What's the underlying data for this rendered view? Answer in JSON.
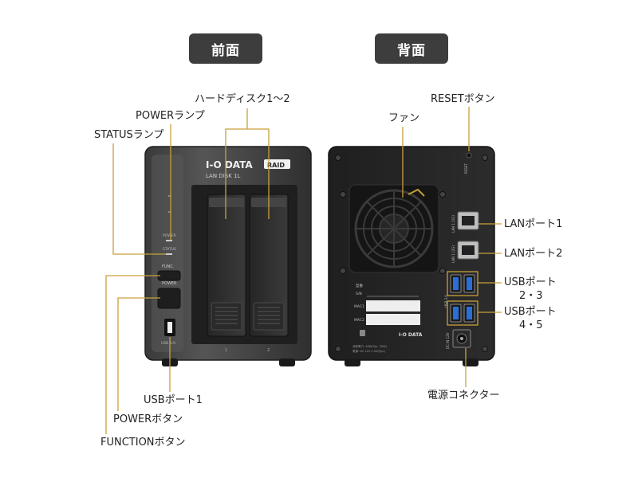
{
  "tabs": {
    "front": "前面",
    "back": "背面"
  },
  "front_labels": {
    "hdd": "ハードディスク1〜2",
    "power_lamp": "POWERランプ",
    "status_lamp": "STATUSランプ",
    "usb1": "USBポート1",
    "power_button": "POWERボタン",
    "function_button": "FUNCTIONボタン"
  },
  "back_labels": {
    "reset": "RESETボタン",
    "fan": "ファン",
    "lan1": "LANポート1",
    "lan2": "LANポート2",
    "usb23_line1": "USBポート",
    "usb23_line2": "2・3",
    "usb45_line1": "USBポート",
    "usb45_line2": "4・5",
    "power_connector": "電源コネクター"
  },
  "device_front": {
    "brand": "I-O DATA",
    "badge": "RAID",
    "model": "LAN DISK 1L",
    "power_text": "POWER",
    "status_text": "STATUS",
    "func_text": "FUNC.",
    "powerbtn_text": "POWER",
    "usb_text": "USB 3.0",
    "bay1": "1",
    "bay2": "2"
  },
  "device_back": {
    "reset_text": "RESET",
    "lan1_text": "LAN 1 (1G)",
    "lan2_text": "LAN 1 (2G)",
    "usb_text": "USB 3.0",
    "label_sn": "S/N",
    "label_mac1": "MAC1",
    "label_mac2": "MAC2",
    "label_model": "型番",
    "brand": "I-O DATA",
    "dc_text": "DC IN 12V",
    "spec1": "消費電力: 48W(Typ. 35W)",
    "spec2": "電源: DC 12V  2.5A(Typ.)"
  }
}
